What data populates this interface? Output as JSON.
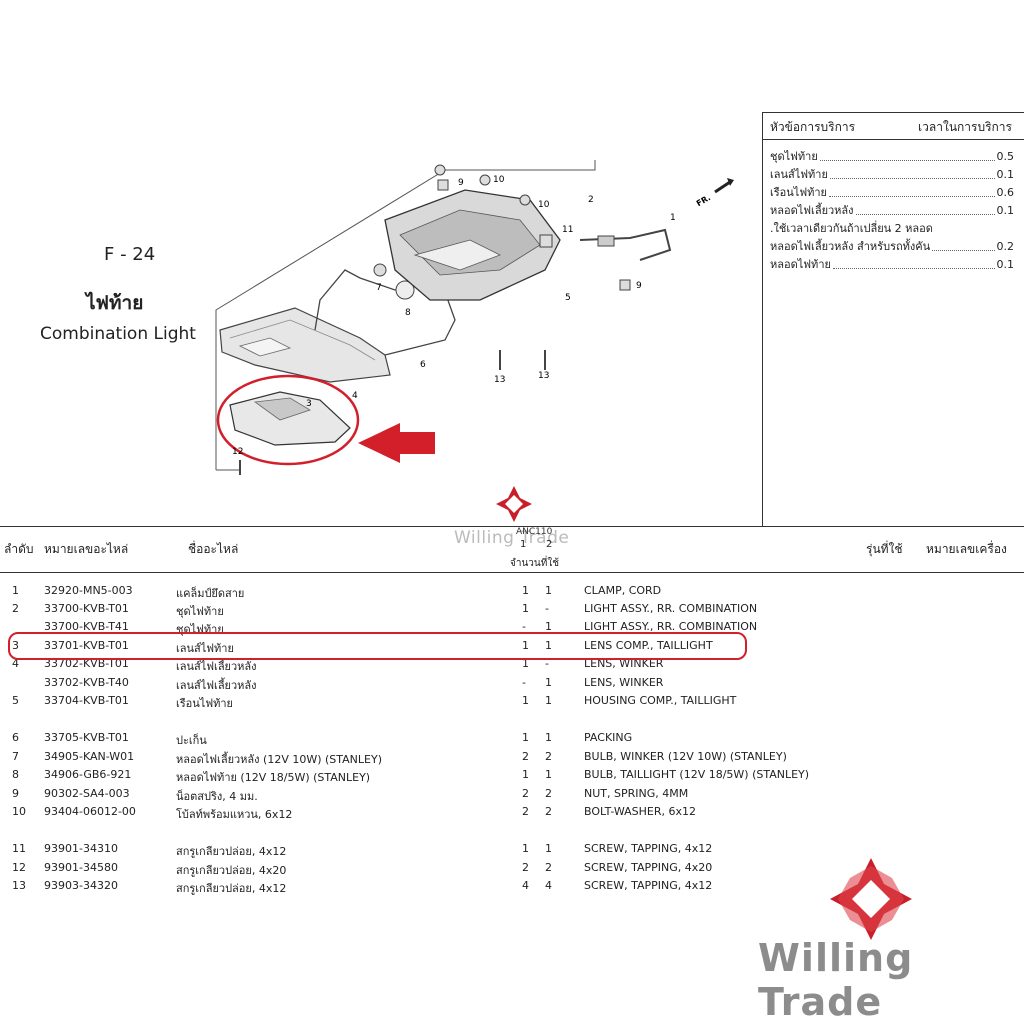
{
  "sheet": {
    "code": "F - 24",
    "title_th": "ไฟท้าย",
    "title_en": "Combination Light",
    "model": "ANC110",
    "direction": "FR."
  },
  "service": {
    "header_item": "หัวข้อการบริการ",
    "header_time": "เวลาในการบริการ",
    "rows": [
      {
        "name": "ชุดไฟท้าย",
        "time": "0.5"
      },
      {
        "name": "เลนส์ไฟท้าย",
        "time": "0.1"
      },
      {
        "name": "เรือนไฟท้าย",
        "time": "0.6"
      },
      {
        "name": "หลอดไฟเลี้ยวหลัง",
        "time": "0.1"
      },
      {
        "name": ".ใช้เวลาเดียวกันถ้าเปลี่ยน 2 หลอด",
        "time": ""
      },
      {
        "name": "หลอดไฟเลี้ยวหลัง สำหรับรถทั้งคัน",
        "time": "0.2"
      },
      {
        "name": "หลอดไฟท้าย",
        "time": "0.1"
      }
    ]
  },
  "table": {
    "headers": {
      "no": "ลำดับ",
      "part_no": "หมายเลขอะไหล่",
      "name": "ชื่ออะไหล่",
      "qty": "จำนวนที่ใช้",
      "qty_col1": "1",
      "qty_col2": "2",
      "model": "รุ่นที่ใช้",
      "engine": "หมายเลขเครื่อง"
    },
    "rows": [
      {
        "no": "1",
        "part_no": "32920-MN5-003",
        "name_th": "แคล็มป์ยึดสาย",
        "q1": "1",
        "q2": "1",
        "name_en": "CLAMP, CORD"
      },
      {
        "no": "2",
        "part_no": "33700-KVB-T01",
        "name_th": "ชุดไฟท้าย",
        "q1": "1",
        "q2": "-",
        "name_en": "LIGHT ASSY., RR. COMBINATION"
      },
      {
        "no": "",
        "part_no": "33700-KVB-T41",
        "name_th": "ชุดไฟท้าย",
        "q1": "-",
        "q2": "1",
        "name_en": "LIGHT ASSY., RR. COMBINATION"
      },
      {
        "no": "3",
        "part_no": "33701-KVB-T01",
        "name_th": "เลนส์ไฟท้าย",
        "q1": "1",
        "q2": "1",
        "name_en": "LENS COMP., TAILLIGHT"
      },
      {
        "no": "4",
        "part_no": "33702-KVB-T01",
        "name_th": "เลนส์ไฟเลี้ยวหลัง",
        "q1": "1",
        "q2": "-",
        "name_en": "LENS, WINKER"
      },
      {
        "no": "",
        "part_no": "33702-KVB-T40",
        "name_th": "เลนส์ไฟเลี้ยวหลัง",
        "q1": "-",
        "q2": "1",
        "name_en": "LENS, WINKER"
      },
      {
        "no": "5",
        "part_no": "33704-KVB-T01",
        "name_th": "เรือนไฟท้าย",
        "q1": "1",
        "q2": "1",
        "name_en": "HOUSING COMP., TAILLIGHT"
      },
      {
        "no": "6",
        "part_no": "33705-KVB-T01",
        "name_th": "ปะเก็น",
        "q1": "1",
        "q2": "1",
        "name_en": "PACKING"
      },
      {
        "no": "7",
        "part_no": "34905-KAN-W01",
        "name_th": "หลอดไฟเลี้ยวหลัง (12V 10W) (STANLEY)",
        "q1": "2",
        "q2": "2",
        "name_en": "BULB, WINKER (12V 10W) (STANLEY)"
      },
      {
        "no": "8",
        "part_no": "34906-GB6-921",
        "name_th": "หลอดไฟท้าย (12V 18/5W) (STANLEY)",
        "q1": "1",
        "q2": "1",
        "name_en": "BULB, TAILLIGHT (12V 18/5W) (STANLEY)"
      },
      {
        "no": "9",
        "part_no": "90302-SA4-003",
        "name_th": "น็อตสปริง, 4 มม.",
        "q1": "2",
        "q2": "2",
        "name_en": "NUT, SPRING, 4MM"
      },
      {
        "no": "10",
        "part_no": "93404-06012-00",
        "name_th": "โบ้ลท์พร้อมแหวน, 6x12",
        "q1": "2",
        "q2": "2",
        "name_en": "BOLT-WASHER, 6x12"
      },
      {
        "no": "11",
        "part_no": "93901-34310",
        "name_th": "สกรูเกลียวปล่อย, 4x12",
        "q1": "1",
        "q2": "1",
        "name_en": "SCREW, TAPPING, 4x12"
      },
      {
        "no": "12",
        "part_no": "93901-34580",
        "name_th": "สกรูเกลียวปล่อย, 4x20",
        "q1": "2",
        "q2": "2",
        "name_en": "SCREW, TAPPING, 4x20"
      },
      {
        "no": "13",
        "part_no": "93903-34320",
        "name_th": "สกรูเกลียวปล่อย, 4x12",
        "q1": "4",
        "q2": "4",
        "name_en": "SCREW, TAPPING, 4x12"
      }
    ]
  },
  "callouts": [
    "9",
    "10",
    "10",
    "2",
    "11",
    "7",
    "8",
    "6",
    "4",
    "3",
    "12",
    "13",
    "13",
    "9",
    "1",
    "5"
  ],
  "watermark": "Willing Trade",
  "brand": "Willing Trade",
  "colors": {
    "highlight": "#d21f2a",
    "logo": "#c8202a",
    "brand_text": "#8c8c8c"
  }
}
